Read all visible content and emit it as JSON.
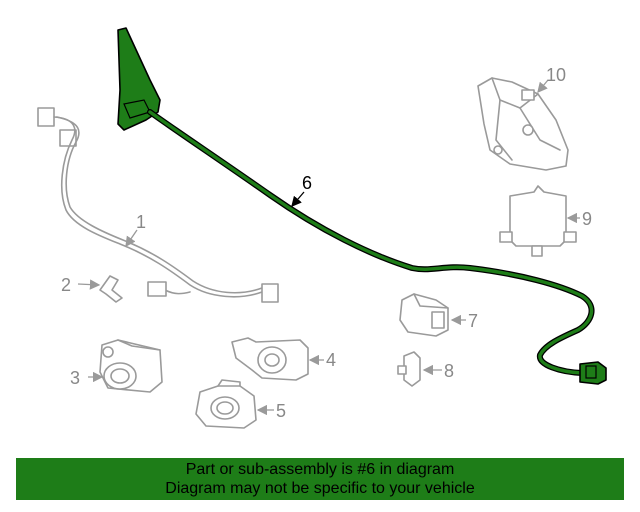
{
  "callouts": {
    "c1": "1",
    "c2": "2",
    "c3": "3",
    "c4": "4",
    "c5": "5",
    "c6": "6",
    "c7": "7",
    "c8": "8",
    "c9": "9",
    "c10": "10"
  },
  "highlight_color": "#1e7d18",
  "banner": {
    "line1": "Part or sub-assembly is #6 in diagram",
    "line2": "Diagram may not be specific to your vehicle"
  }
}
